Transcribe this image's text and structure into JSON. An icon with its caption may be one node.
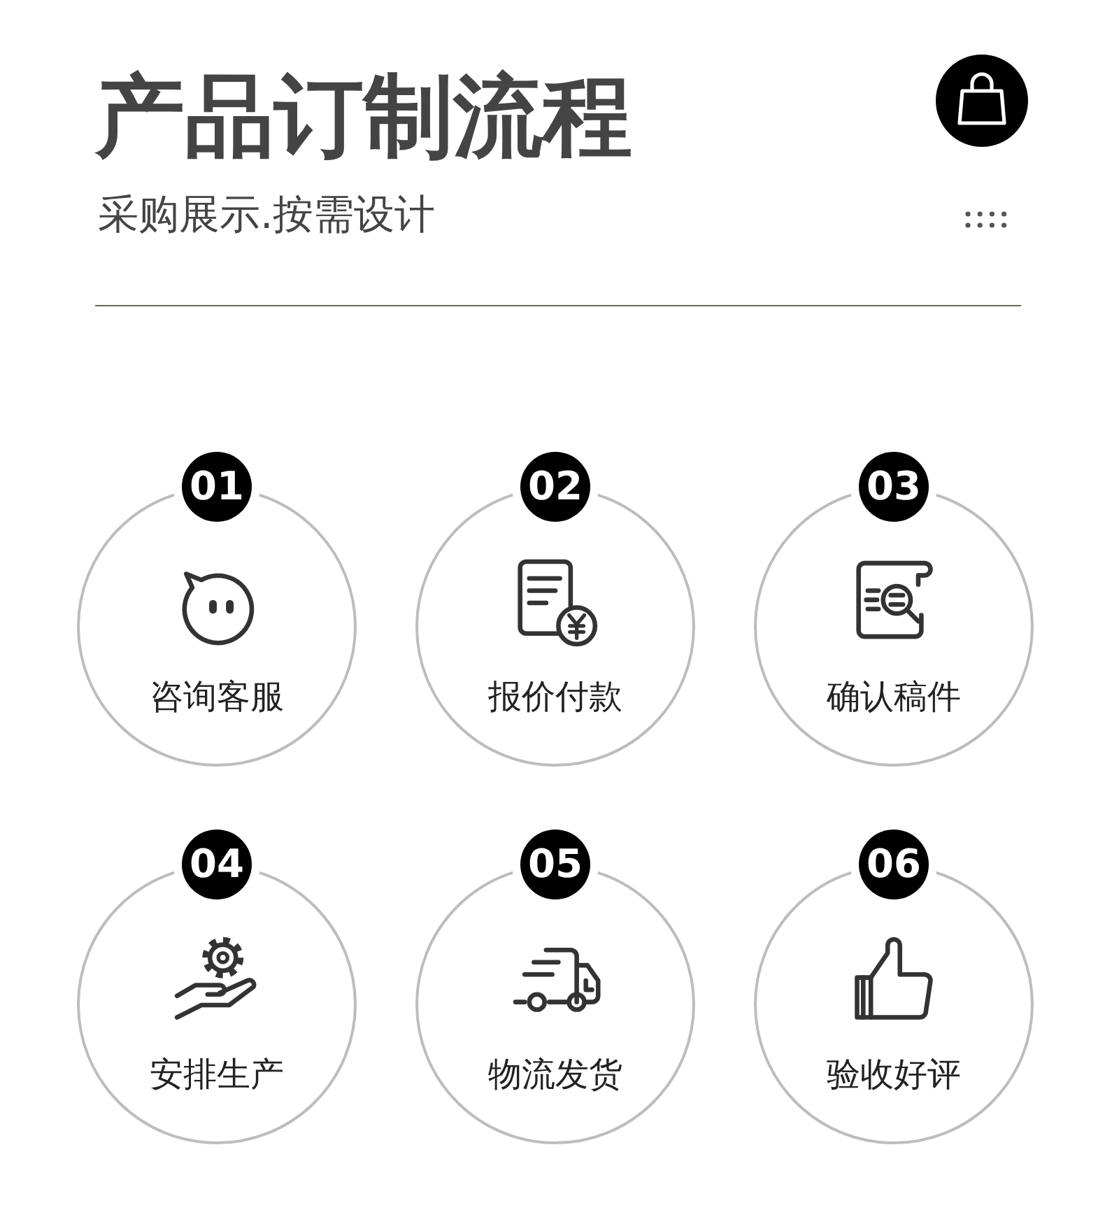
{
  "diagram": {
    "title": "产品订制流程",
    "nodes": [
      {
        "text": [
          "01",
          "咨询客服"
        ]
      },
      {
        "text": [
          "02",
          "报价付款"
        ]
      },
      {
        "text": [
          "03",
          "确认稿件"
        ]
      },
      {
        "text": [
          "04",
          "安排生产"
        ]
      },
      {
        "text": [
          "05",
          "物流发货"
        ]
      },
      {
        "text": [
          "06",
          "验收好评"
        ]
      }
    ],
    "labels": [
      "采购展示.按需设计"
    ]
  }
}
